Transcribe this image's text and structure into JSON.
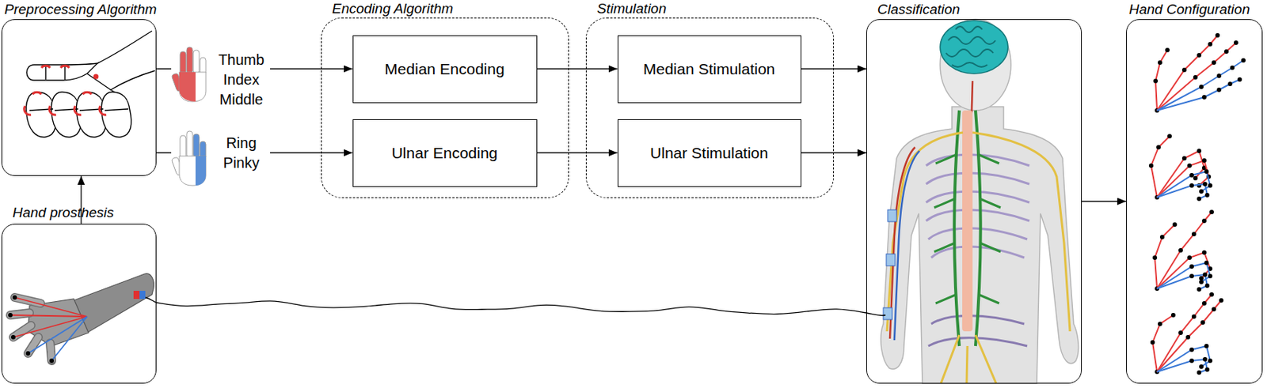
{
  "diagram": {
    "nodes": [
      {
        "text": [
          "Preprocessing Algorithm"
        ]
      },
      {
        "text": [
          "Hand prosthesis"
        ]
      },
      {
        "text": [
          "Encoding Algorithm"
        ]
      },
      {
        "text": [
          "Median Encoding"
        ],
        "in": 2
      },
      {
        "text": [
          "Ulnar Encoding"
        ],
        "in": 2
      },
      {
        "text": [
          "Stimulation"
        ]
      },
      {
        "text": [
          "Median Stimulation"
        ],
        "in": 5
      },
      {
        "text": [
          "Ulnar Stimulation"
        ],
        "in": 5
      },
      {
        "text": [
          "Classification"
        ]
      },
      {
        "text": [
          "Hand Configuration"
        ]
      }
    ],
    "edges": [
      {
        "from": 1,
        "to": 0,
        "arrow": "to"
      },
      {
        "from": 0,
        "to": 3,
        "label": "Thumb Index Middle",
        "arrow": "to"
      },
      {
        "from": 0,
        "to": 4,
        "label": "Ring Pinky",
        "arrow": "to"
      },
      {
        "from": 3,
        "to": 6,
        "arrow": "to"
      },
      {
        "from": 4,
        "to": 7,
        "arrow": "to"
      },
      {
        "from": 6,
        "to": 8,
        "arrow": "to"
      },
      {
        "from": 7,
        "to": 8,
        "arrow": "to"
      },
      {
        "from": 8,
        "to": 9,
        "arrow": "to"
      },
      {
        "from": 1,
        "to": 8,
        "arrow": "none"
      }
    ]
  }
}
